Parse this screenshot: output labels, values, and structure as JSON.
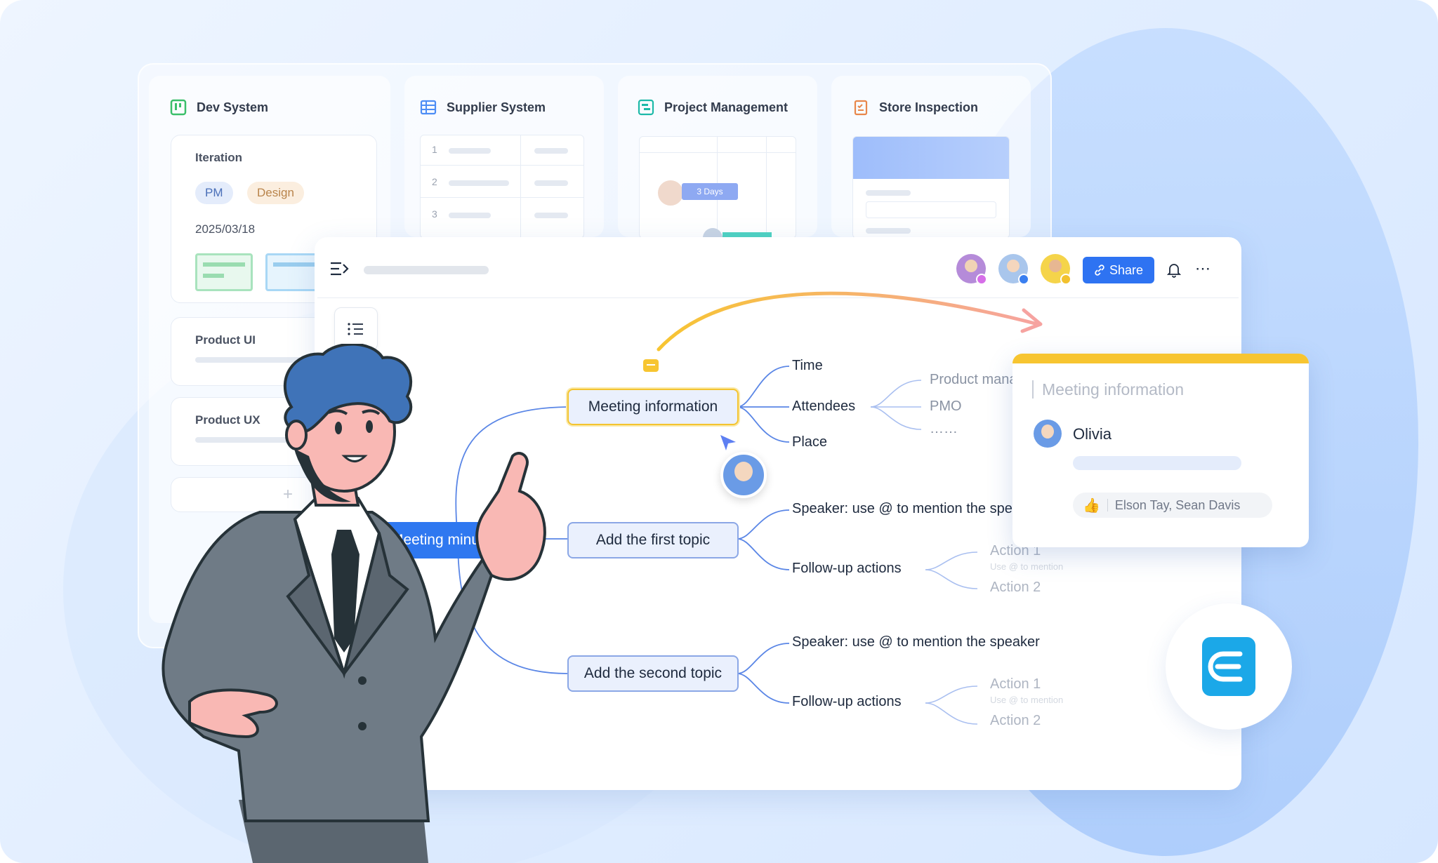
{
  "workspace_cards": {
    "dev_system": {
      "title": "Dev System",
      "column_title": "Iteration",
      "tags": [
        "PM",
        "Design"
      ],
      "date": "2025/03/18",
      "groups": [
        "Product UI",
        "Product UX"
      ],
      "add_symbol": "+"
    },
    "supplier_system": {
      "title": "Supplier System",
      "row_numbers": [
        "1",
        "2",
        "3"
      ]
    },
    "project_management": {
      "title": "Project Management",
      "task_badge": "3 Days"
    },
    "store_inspection": {
      "title": "Store Inspection"
    }
  },
  "mindmap_window": {
    "menu_icon": "menu-expand-icon",
    "outline_icon": "outline-list-icon",
    "toolbar": {
      "share_label": "Share",
      "bell_icon": "bell-icon",
      "more_icon": "more-icon"
    },
    "root_label": "Meeting minutes",
    "nodes": {
      "meeting_info": "Meeting information",
      "first_topic": "Add the first topic",
      "second_topic": "Add the second topic"
    },
    "meeting_info_children": [
      "Time",
      "Attendees",
      "Place"
    ],
    "attendees_children": [
      "Product manager",
      "PMO",
      "……"
    ],
    "topic1_children": [
      "Speaker: use @ to mention the speaker",
      "Follow-up actions"
    ],
    "topic1_actions": [
      "Action 1",
      "Action 2"
    ],
    "topic2_children": [
      "Speaker: use @ to mention the speaker",
      "Follow-up actions"
    ],
    "topic2_actions": [
      "Action 1",
      "Action 2"
    ],
    "action_hint": "Use @ to mention"
  },
  "comment_popup": {
    "title": "Meeting information",
    "user": "Olivia",
    "reaction_icon": "thumbs-up-icon",
    "reactors": "Elson Tay, Sean Davis"
  },
  "colors": {
    "accent": "#2e73f2",
    "highlight": "#f7c531",
    "brand": "#1ba8e8"
  }
}
